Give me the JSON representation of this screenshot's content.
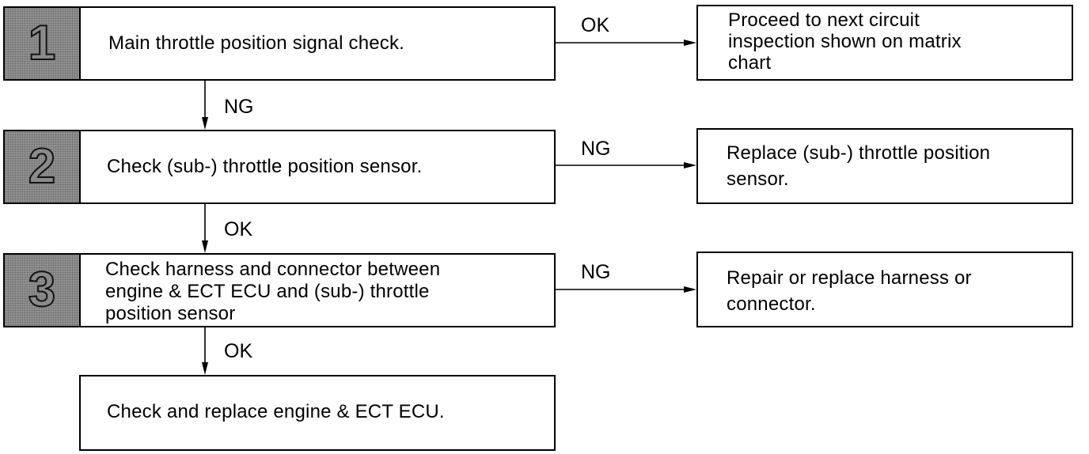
{
  "steps": [
    {
      "num": "1",
      "text": "Main throttle position signal check."
    },
    {
      "num": "2",
      "text": "Check (sub-) throttle position sensor."
    },
    {
      "num": "3",
      "text": "Check harness and connector between\nengine & ECT ECU and (sub-) throttle\nposition sensor"
    }
  ],
  "final": {
    "text": "Check and replace engine & ECT ECU."
  },
  "results": [
    {
      "text": "Proceed to next circuit\ninspection shown on matrix\nchart"
    },
    {
      "text": "Replace (sub-) throttle position\nsensor."
    },
    {
      "text": "Repair or replace harness or\nconnector."
    }
  ],
  "edges": {
    "h1": "OK",
    "h2": "NG",
    "h3": "NG",
    "v1": "NG",
    "v2": "OK",
    "v3": "OK"
  }
}
